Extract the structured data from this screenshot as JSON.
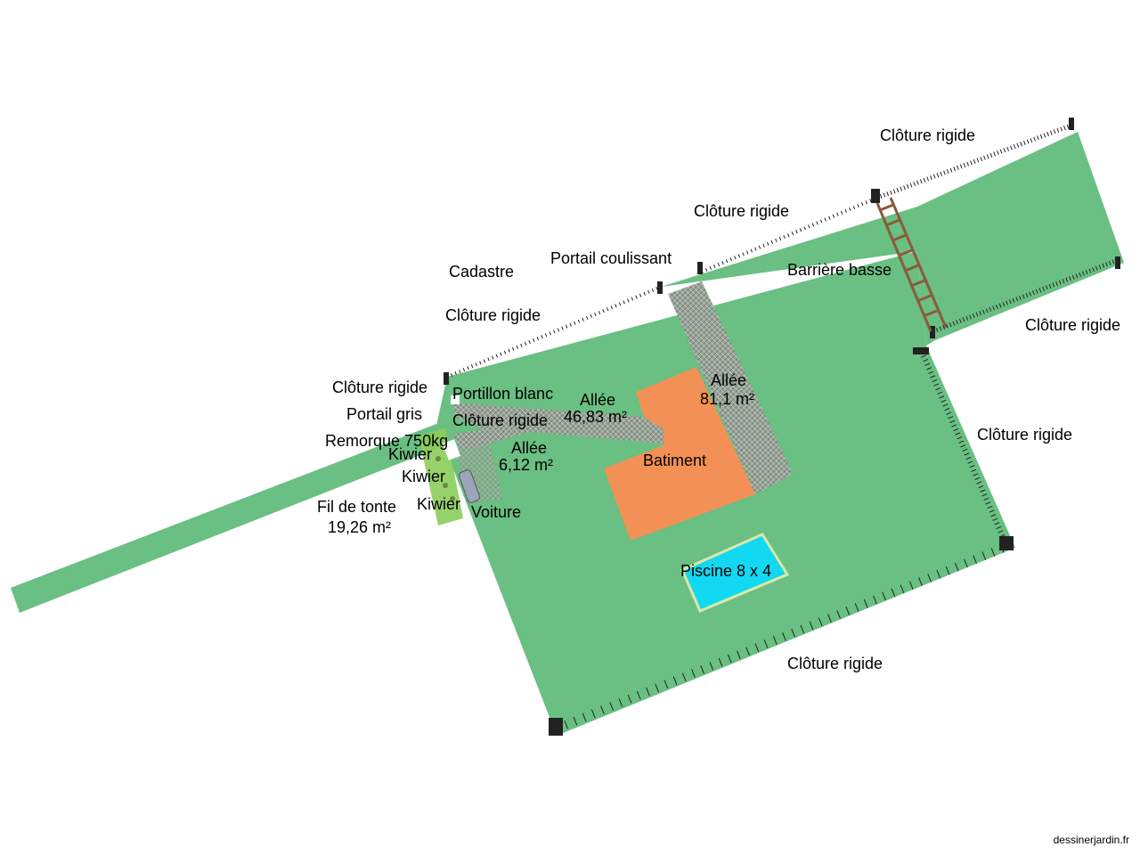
{
  "labels": {
    "cadastre": "Cadastre",
    "portail_coulissant": "Portail coulissant",
    "cloture_top_right": "Clôture rigide",
    "cloture_top_mid": "Clôture rigide",
    "cloture_top_left": "Clôture rigide",
    "cloture_left": "Clôture rigide",
    "cloture_inner": "Clôture rigide",
    "cloture_right_upper": "Clôture rigide",
    "cloture_right": "Clôture rigide",
    "cloture_bottom": "Clôture rigide",
    "barriere_basse": "Barrière basse",
    "portillon_blanc": "Portillon blanc",
    "portail_gris": "Portail gris",
    "remorque": "Remorque 750kg",
    "kiwier_1": "Kiwier",
    "kiwier_2": "Kiwier",
    "kiwier_3": "Kiwier",
    "voiture": "Voiture",
    "fil_de_tonte": "Fil de tonte",
    "fil_de_tonte_area": "19,26 m²",
    "allee_1": "Allée",
    "allee_1_area": "46,83 m²",
    "allee_2": "Allée",
    "allee_2_area": "6,12 m²",
    "allee_3": "Allée",
    "allee_3_area": "81,1 m²",
    "batiment": "Batiment",
    "piscine": "Piscine 8 x 4"
  },
  "credit": "dessinerjardin.fr",
  "colors": {
    "lawn": "#6abf82",
    "building": "#f39055",
    "pool": "#12d8f2",
    "pool_border": "#dbe8a8",
    "path": "#8c9a8c",
    "fence": "#222222",
    "barrier": "#8b5a3c",
    "hedge": "#8ccc5a"
  }
}
